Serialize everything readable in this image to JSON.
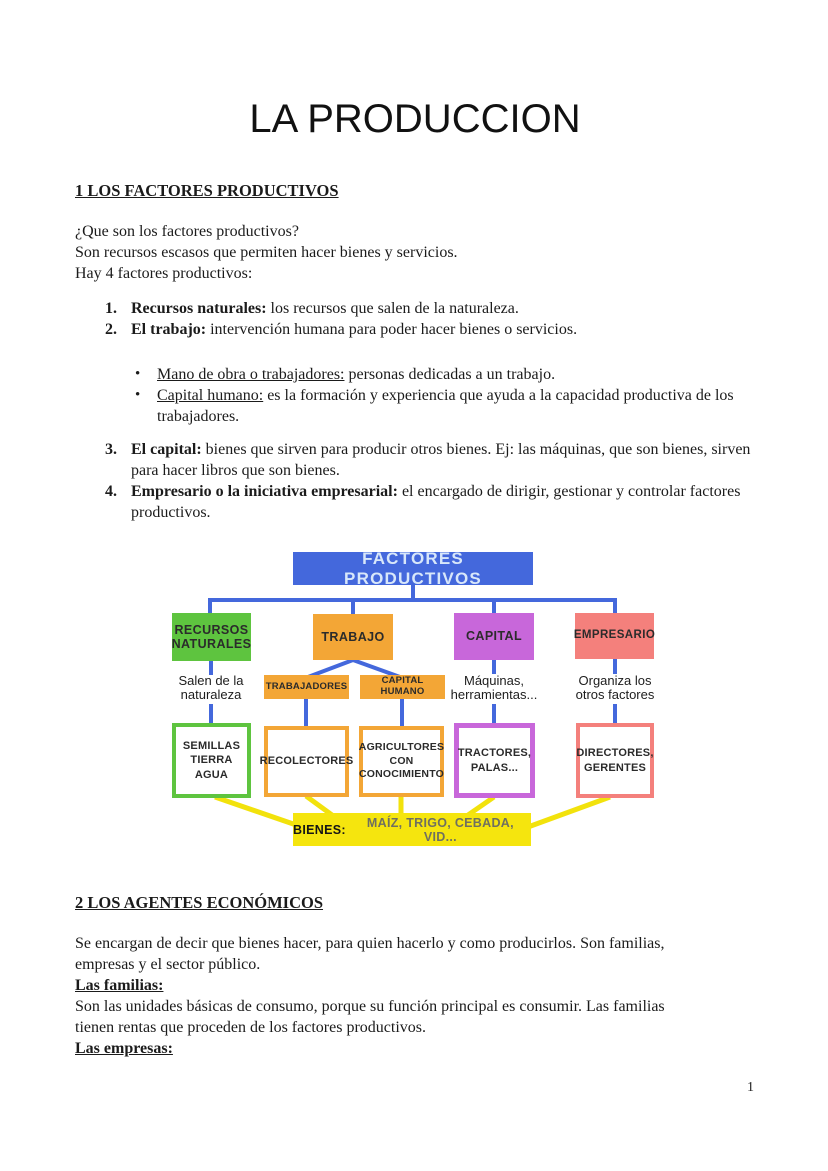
{
  "page": {
    "title": "LA PRODUCCION",
    "page_number": "1"
  },
  "section1": {
    "heading": "1 LOS FACTORES PRODUCTIVOS",
    "intro_lines": [
      "¿Que son los factores productivos?",
      "Son recursos escasos que permiten hacer bienes y servicios.",
      "Hay 4 factores productivos:"
    ],
    "numbered_items": [
      {
        "num": "1.",
        "bold": "Recursos naturales:",
        "text": " los recursos que salen de la naturaleza."
      },
      {
        "num": "2.",
        "bold": "El trabajo:",
        "text": " intervención humana para poder hacer bienes o servicios."
      },
      {
        "num": "3.",
        "bold": "El capital:",
        "text": " bienes que sirven para producir otros bienes. Ej: las máquinas, que son bienes, sirven para hacer libros que son bienes."
      },
      {
        "num": "4.",
        "bold": "Empresario o la iniciativa empresarial:",
        "text": " el encargado de dirigir, gestionar y controlar factores productivos."
      }
    ],
    "bullet_char": "•",
    "bullet_items": [
      {
        "underlined": "Mano de obra o trabajadores:",
        "text": " personas dedicadas a un trabajo."
      },
      {
        "underlined": "Capital humano:",
        "text": " es la formación y experiencia que ayuda a la capacidad productiva de los trabajadores."
      }
    ]
  },
  "diagram": {
    "root_label": "FACTORES PRODUCTIVOS",
    "colors": {
      "blue": "#4468dc",
      "blue_text": "#d8e7fa",
      "green": "#5ec43f",
      "orange": "#f3a636",
      "purple": "#c867da",
      "salmon": "#f4807c",
      "yellow": "#f5e50e",
      "yellow_line": "#f2e20c",
      "goods_items_text": "#6f7060"
    },
    "columns": [
      {
        "label": [
          "RECURSOS",
          "NATURALES"
        ],
        "note": [
          "Salen de la",
          "naturaleza"
        ],
        "leaf": [
          "SEMILLAS",
          "TIERRA",
          "AGUA"
        ]
      },
      {
        "label": [
          "TRABAJO"
        ],
        "subs": [
          {
            "label": [
              "TRABAJADORES"
            ],
            "leaf": [
              "RECOLECTORES"
            ]
          },
          {
            "label": [
              "CAPITAL HUMANO"
            ],
            "leaf": [
              "AGRICULTORES",
              "CON",
              "CONOCIMIENTO"
            ]
          }
        ]
      },
      {
        "label": [
          "CAPITAL"
        ],
        "note": [
          "Máquinas,",
          "herramientas..."
        ],
        "leaf": [
          "TRACTORES,",
          "PALAS..."
        ]
      },
      {
        "label": [
          "EMPRESARIO"
        ],
        "note": [
          "Organiza los",
          "otros factores"
        ],
        "leaf": [
          "DIRECTORES,",
          "GERENTES"
        ]
      }
    ],
    "goods": {
      "label": "BIENES:",
      "items": "MAÍZ, TRIGO, CEBADA, VID..."
    }
  },
  "section2": {
    "heading": "2 LOS AGENTES ECONÓMICOS",
    "para1_lines": [
      "Se encargan de decir que bienes hacer, para quien hacerlo y como producirlos. Son familias,",
      "empresas y el sector público."
    ],
    "familias_heading": "Las familias:",
    "familias_lines": [
      "Son las unidades básicas de consumo, porque su función principal es consumir. Las familias",
      "tienen rentas que proceden de los factores productivos."
    ],
    "empresas_heading": "Las empresas:"
  }
}
